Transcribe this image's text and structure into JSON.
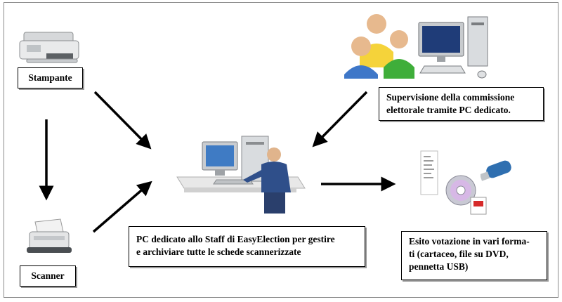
{
  "nodes": {
    "printer": {
      "label": "Stampante"
    },
    "scanner": {
      "label": "Scanner"
    },
    "staff_pc": {
      "label_lines": [
        "PC dedicato allo Staff di EasyElection per gestire",
        "e archiviare tutte le schede scannerizzate"
      ]
    },
    "commission": {
      "label_lines": [
        "Supervisione della commissione",
        "elettorale tramite PC dedicato."
      ]
    },
    "output": {
      "label_lines": [
        "Esito votazione in vari forma-",
        "ti (cartaceo, file su DVD,",
        "pennetta USB)"
      ]
    }
  },
  "icons": {
    "printer": "printer-icon",
    "scanner": "scanner-icon",
    "staff_pc": "workstation-icon",
    "users": "users-group-icon",
    "monitor": "desktop-computer-icon",
    "document": "document-icon",
    "dvd": "dvd-icon",
    "pdf": "pdf-file-icon",
    "usb": "usb-drive-icon"
  }
}
